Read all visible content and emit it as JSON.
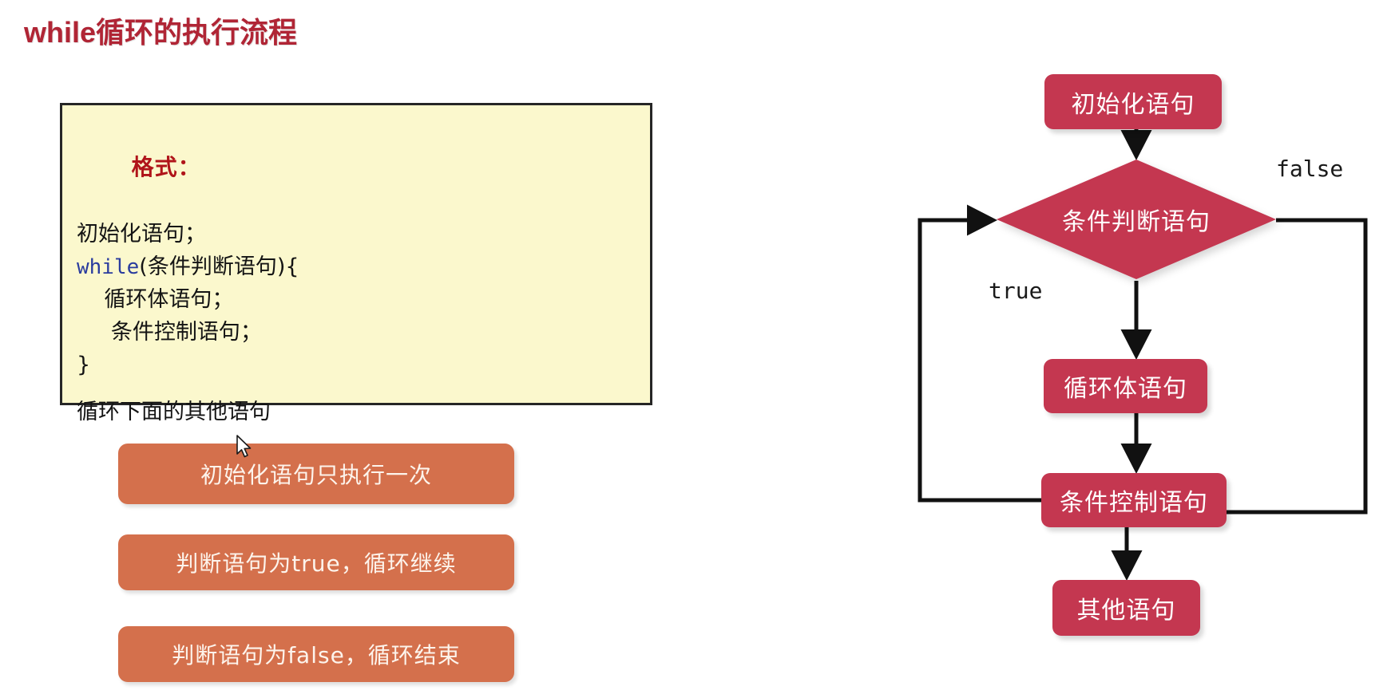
{
  "page": {
    "title": "while循环的执行流程",
    "title_color": "#b02535",
    "background": "#ffffff"
  },
  "code_box": {
    "background": "#fbf8cd",
    "border_color": "#262626",
    "format_label": "格式：",
    "format_label_color": "#b0151a",
    "keyword": "while",
    "keyword_color": "#2a3c9e",
    "lines": [
      "初始化语句；",
      "(条件判断语句){",
      "    循环体语句；",
      "     条件控制语句；",
      "}"
    ],
    "tail_line": "循环下面的其他语句"
  },
  "notes": {
    "color": "#d4704c",
    "items": [
      {
        "label": "初始化语句只执行一次"
      },
      {
        "label": "判断语句为true，循环继续"
      },
      {
        "label": "判断语句为false，循环结束"
      }
    ]
  },
  "flowchart": {
    "node_color": "#c43750",
    "nodes": {
      "init": "初始化语句",
      "condition": "条件判断语句",
      "body": "循环体语句",
      "control": "条件控制语句",
      "other": "其他语句"
    },
    "edge_labels": {
      "true": "true",
      "false": "false"
    }
  }
}
